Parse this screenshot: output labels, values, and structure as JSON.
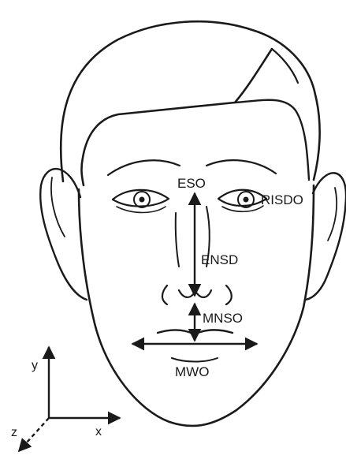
{
  "labels": {
    "eso": "ESO",
    "risdo": "RISDO",
    "ensd": "ENSD",
    "mnso": "MNSO",
    "mwo": "MWO"
  },
  "axes": {
    "x": "x",
    "y": "y",
    "z": "z"
  },
  "colors": {
    "ink": "#1a1a1a",
    "background": "#ffffff"
  }
}
